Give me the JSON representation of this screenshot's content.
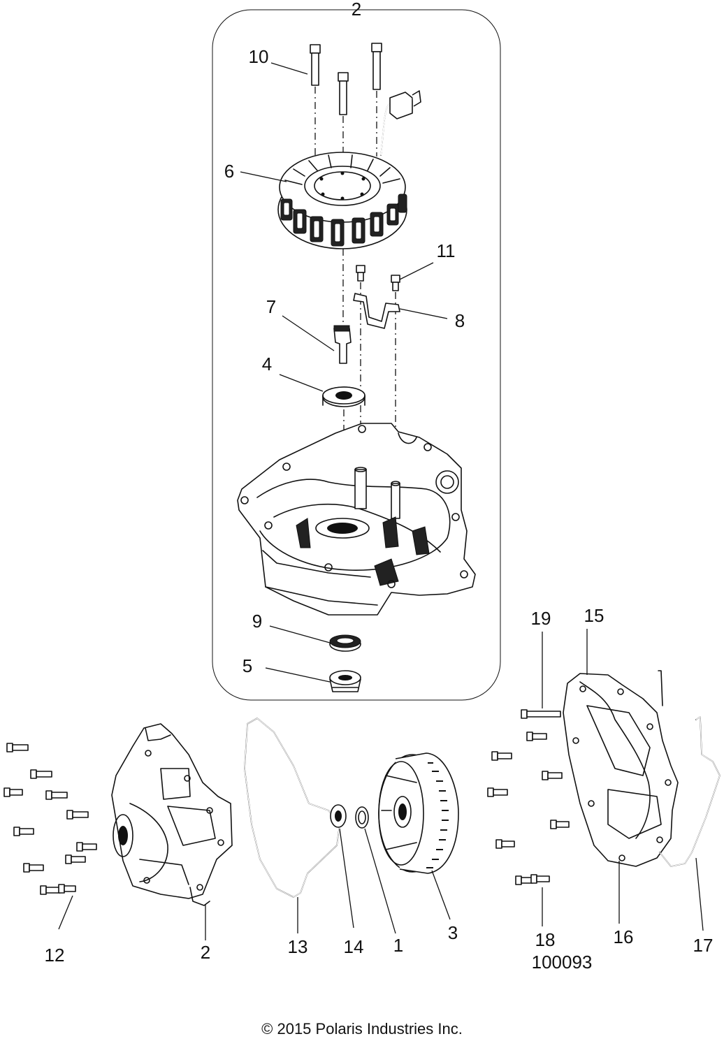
{
  "diagram": {
    "callouts": {
      "c2_top": "2",
      "c10": "10",
      "c6": "6",
      "c11": "11",
      "c7": "7",
      "c8": "8",
      "c4": "4",
      "c9": "9",
      "c5": "5",
      "c19": "19",
      "c15": "15",
      "c12": "12",
      "c2_bottom": "2",
      "c13": "13",
      "c14": "14",
      "c1": "1",
      "c3": "3",
      "c18": "18",
      "c16": "16",
      "c17": "17"
    },
    "figure_number": "100093"
  },
  "footer": {
    "copyright": "© 2015 Polaris Industries Inc."
  }
}
